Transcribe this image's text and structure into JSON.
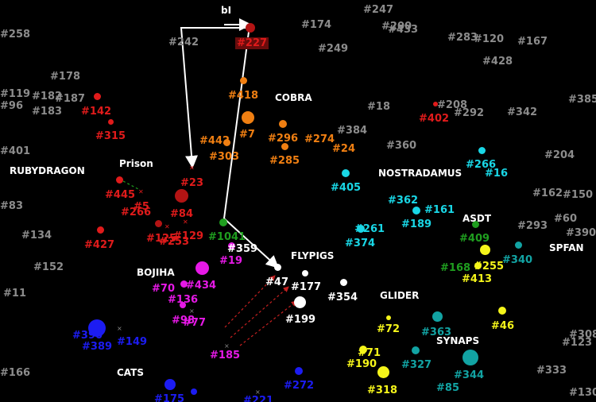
{
  "colors": {
    "grey": "#8c8c8c",
    "red": "#e01b1b",
    "darkred": "#b31414",
    "orange": "#f07f12",
    "cyan": "#19d7e6",
    "teal": "#12a3a3",
    "green": "#1f9e1f",
    "yellow": "#f5f51a",
    "white": "#ffffff",
    "magenta": "#e619e6",
    "blue": "#1c1cf2",
    "fleet_line": "#ffffff",
    "dotted_line": "#c42020"
  },
  "teams": {
    "bl": "bI",
    "cobra": "COBRA",
    "rubydragon": "RUBYDRAGON",
    "prison": "Prison",
    "nostradamus": "NOSTRADAMUS",
    "asdt": "ASDT",
    "spfan": "SPFAN",
    "flypigs": "FLYPIGS",
    "bojiha": "BOJIHA",
    "glider": "GLIDER",
    "synaps": "SYNAPS",
    "cats": "CATS"
  },
  "planets": [
    {
      "id": "#247",
      "color": "grey"
    },
    {
      "id": "#200",
      "color": "grey"
    },
    {
      "id": "#433",
      "color": "grey"
    },
    {
      "id": "#258",
      "color": "grey"
    },
    {
      "id": "#174",
      "color": "grey"
    },
    {
      "id": "#242",
      "color": "grey"
    },
    {
      "id": "#249",
      "color": "grey"
    },
    {
      "id": "#283",
      "color": "grey"
    },
    {
      "id": "#120",
      "color": "grey"
    },
    {
      "id": "#167",
      "color": "grey"
    },
    {
      "id": "#428",
      "color": "grey"
    },
    {
      "id": "#178",
      "color": "grey"
    },
    {
      "id": "#119",
      "color": "grey"
    },
    {
      "id": "#182",
      "color": "grey"
    },
    {
      "id": "#187",
      "color": "grey"
    },
    {
      "id": "#96",
      "color": "grey"
    },
    {
      "id": "#183",
      "color": "grey"
    },
    {
      "id": "#18",
      "color": "grey"
    },
    {
      "id": "#208",
      "color": "grey"
    },
    {
      "id": "#292",
      "color": "grey"
    },
    {
      "id": "#342",
      "color": "grey"
    },
    {
      "id": "#385",
      "color": "grey"
    },
    {
      "id": "#384",
      "color": "grey"
    },
    {
      "id": "#360",
      "color": "grey"
    },
    {
      "id": "#204",
      "color": "grey"
    },
    {
      "id": "#401",
      "color": "grey"
    },
    {
      "id": "#162",
      "color": "grey"
    },
    {
      "id": "#150",
      "color": "grey"
    },
    {
      "id": "#83",
      "color": "grey"
    },
    {
      "id": "#293",
      "color": "grey"
    },
    {
      "id": "#60",
      "color": "grey"
    },
    {
      "id": "#134",
      "color": "grey"
    },
    {
      "id": "#390",
      "color": "grey"
    },
    {
      "id": "#152",
      "color": "grey"
    },
    {
      "id": "#11",
      "color": "grey"
    },
    {
      "id": "#308",
      "color": "grey"
    },
    {
      "id": "#123",
      "color": "grey"
    },
    {
      "id": "#166",
      "color": "grey"
    },
    {
      "id": "#333",
      "color": "grey"
    },
    {
      "id": "#130",
      "color": "grey"
    },
    {
      "id": "#227",
      "color": "red"
    },
    {
      "id": "#142",
      "color": "red"
    },
    {
      "id": "#315",
      "color": "red"
    },
    {
      "id": "#402",
      "color": "red"
    },
    {
      "id": "#23",
      "color": "red"
    },
    {
      "id": "#445",
      "color": "red"
    },
    {
      "id": "#5",
      "color": "red"
    },
    {
      "id": "#266",
      "color": "red"
    },
    {
      "id": "#84",
      "color": "red"
    },
    {
      "id": "#129",
      "color": "red"
    },
    {
      "id": "#427",
      "color": "red"
    },
    {
      "id": "#125",
      "color": "red"
    },
    {
      "id": "#253",
      "color": "red"
    },
    {
      "id": "#418",
      "color": "orange"
    },
    {
      "id": "#7",
      "color": "orange"
    },
    {
      "id": "#442",
      "color": "orange"
    },
    {
      "id": "#296",
      "color": "orange"
    },
    {
      "id": "#274",
      "color": "orange"
    },
    {
      "id": "#24",
      "color": "orange"
    },
    {
      "id": "#303",
      "color": "orange"
    },
    {
      "id": "#285",
      "color": "orange"
    },
    {
      "id": "#266",
      "color": "cyan"
    },
    {
      "id": "#16",
      "color": "cyan"
    },
    {
      "id": "#405",
      "color": "cyan"
    },
    {
      "id": "#362",
      "color": "cyan"
    },
    {
      "id": "#161",
      "color": "cyan"
    },
    {
      "id": "#189",
      "color": "cyan"
    },
    {
      "id": "#261",
      "color": "cyan"
    },
    {
      "id": "#374",
      "color": "cyan"
    },
    {
      "id": "#340",
      "color": "teal"
    },
    {
      "id": "#363",
      "color": "teal"
    },
    {
      "id": "#327",
      "color": "teal"
    },
    {
      "id": "#344",
      "color": "teal"
    },
    {
      "id": "#85",
      "color": "teal"
    },
    {
      "id": "#1041",
      "color": "green"
    },
    {
      "id": "#409",
      "color": "green"
    },
    {
      "id": "#168",
      "color": "green"
    },
    {
      "id": "#255",
      "color": "yellow"
    },
    {
      "id": "#413",
      "color": "yellow"
    },
    {
      "id": "#72",
      "color": "yellow"
    },
    {
      "id": "#46",
      "color": "yellow"
    },
    {
      "id": "#71",
      "color": "yellow"
    },
    {
      "id": "#190",
      "color": "yellow"
    },
    {
      "id": "#318",
      "color": "yellow"
    },
    {
      "id": "#359",
      "color": "white"
    },
    {
      "id": "#47",
      "color": "white"
    },
    {
      "id": "#177",
      "color": "white"
    },
    {
      "id": "#354",
      "color": "white"
    },
    {
      "id": "#199",
      "color": "white"
    },
    {
      "id": "#19",
      "color": "magenta"
    },
    {
      "id": "#434",
      "color": "magenta"
    },
    {
      "id": "#70",
      "color": "magenta"
    },
    {
      "id": "#136",
      "color": "magenta"
    },
    {
      "id": "#98",
      "color": "magenta"
    },
    {
      "id": "#77",
      "color": "magenta"
    },
    {
      "id": "#185",
      "color": "magenta"
    },
    {
      "id": "#390",
      "color": "blue"
    },
    {
      "id": "#389",
      "color": "blue"
    },
    {
      "id": "#149",
      "color": "blue"
    },
    {
      "id": "#272",
      "color": "blue"
    },
    {
      "id": "#175",
      "color": "blue"
    },
    {
      "id": "#221",
      "color": "blue"
    }
  ]
}
